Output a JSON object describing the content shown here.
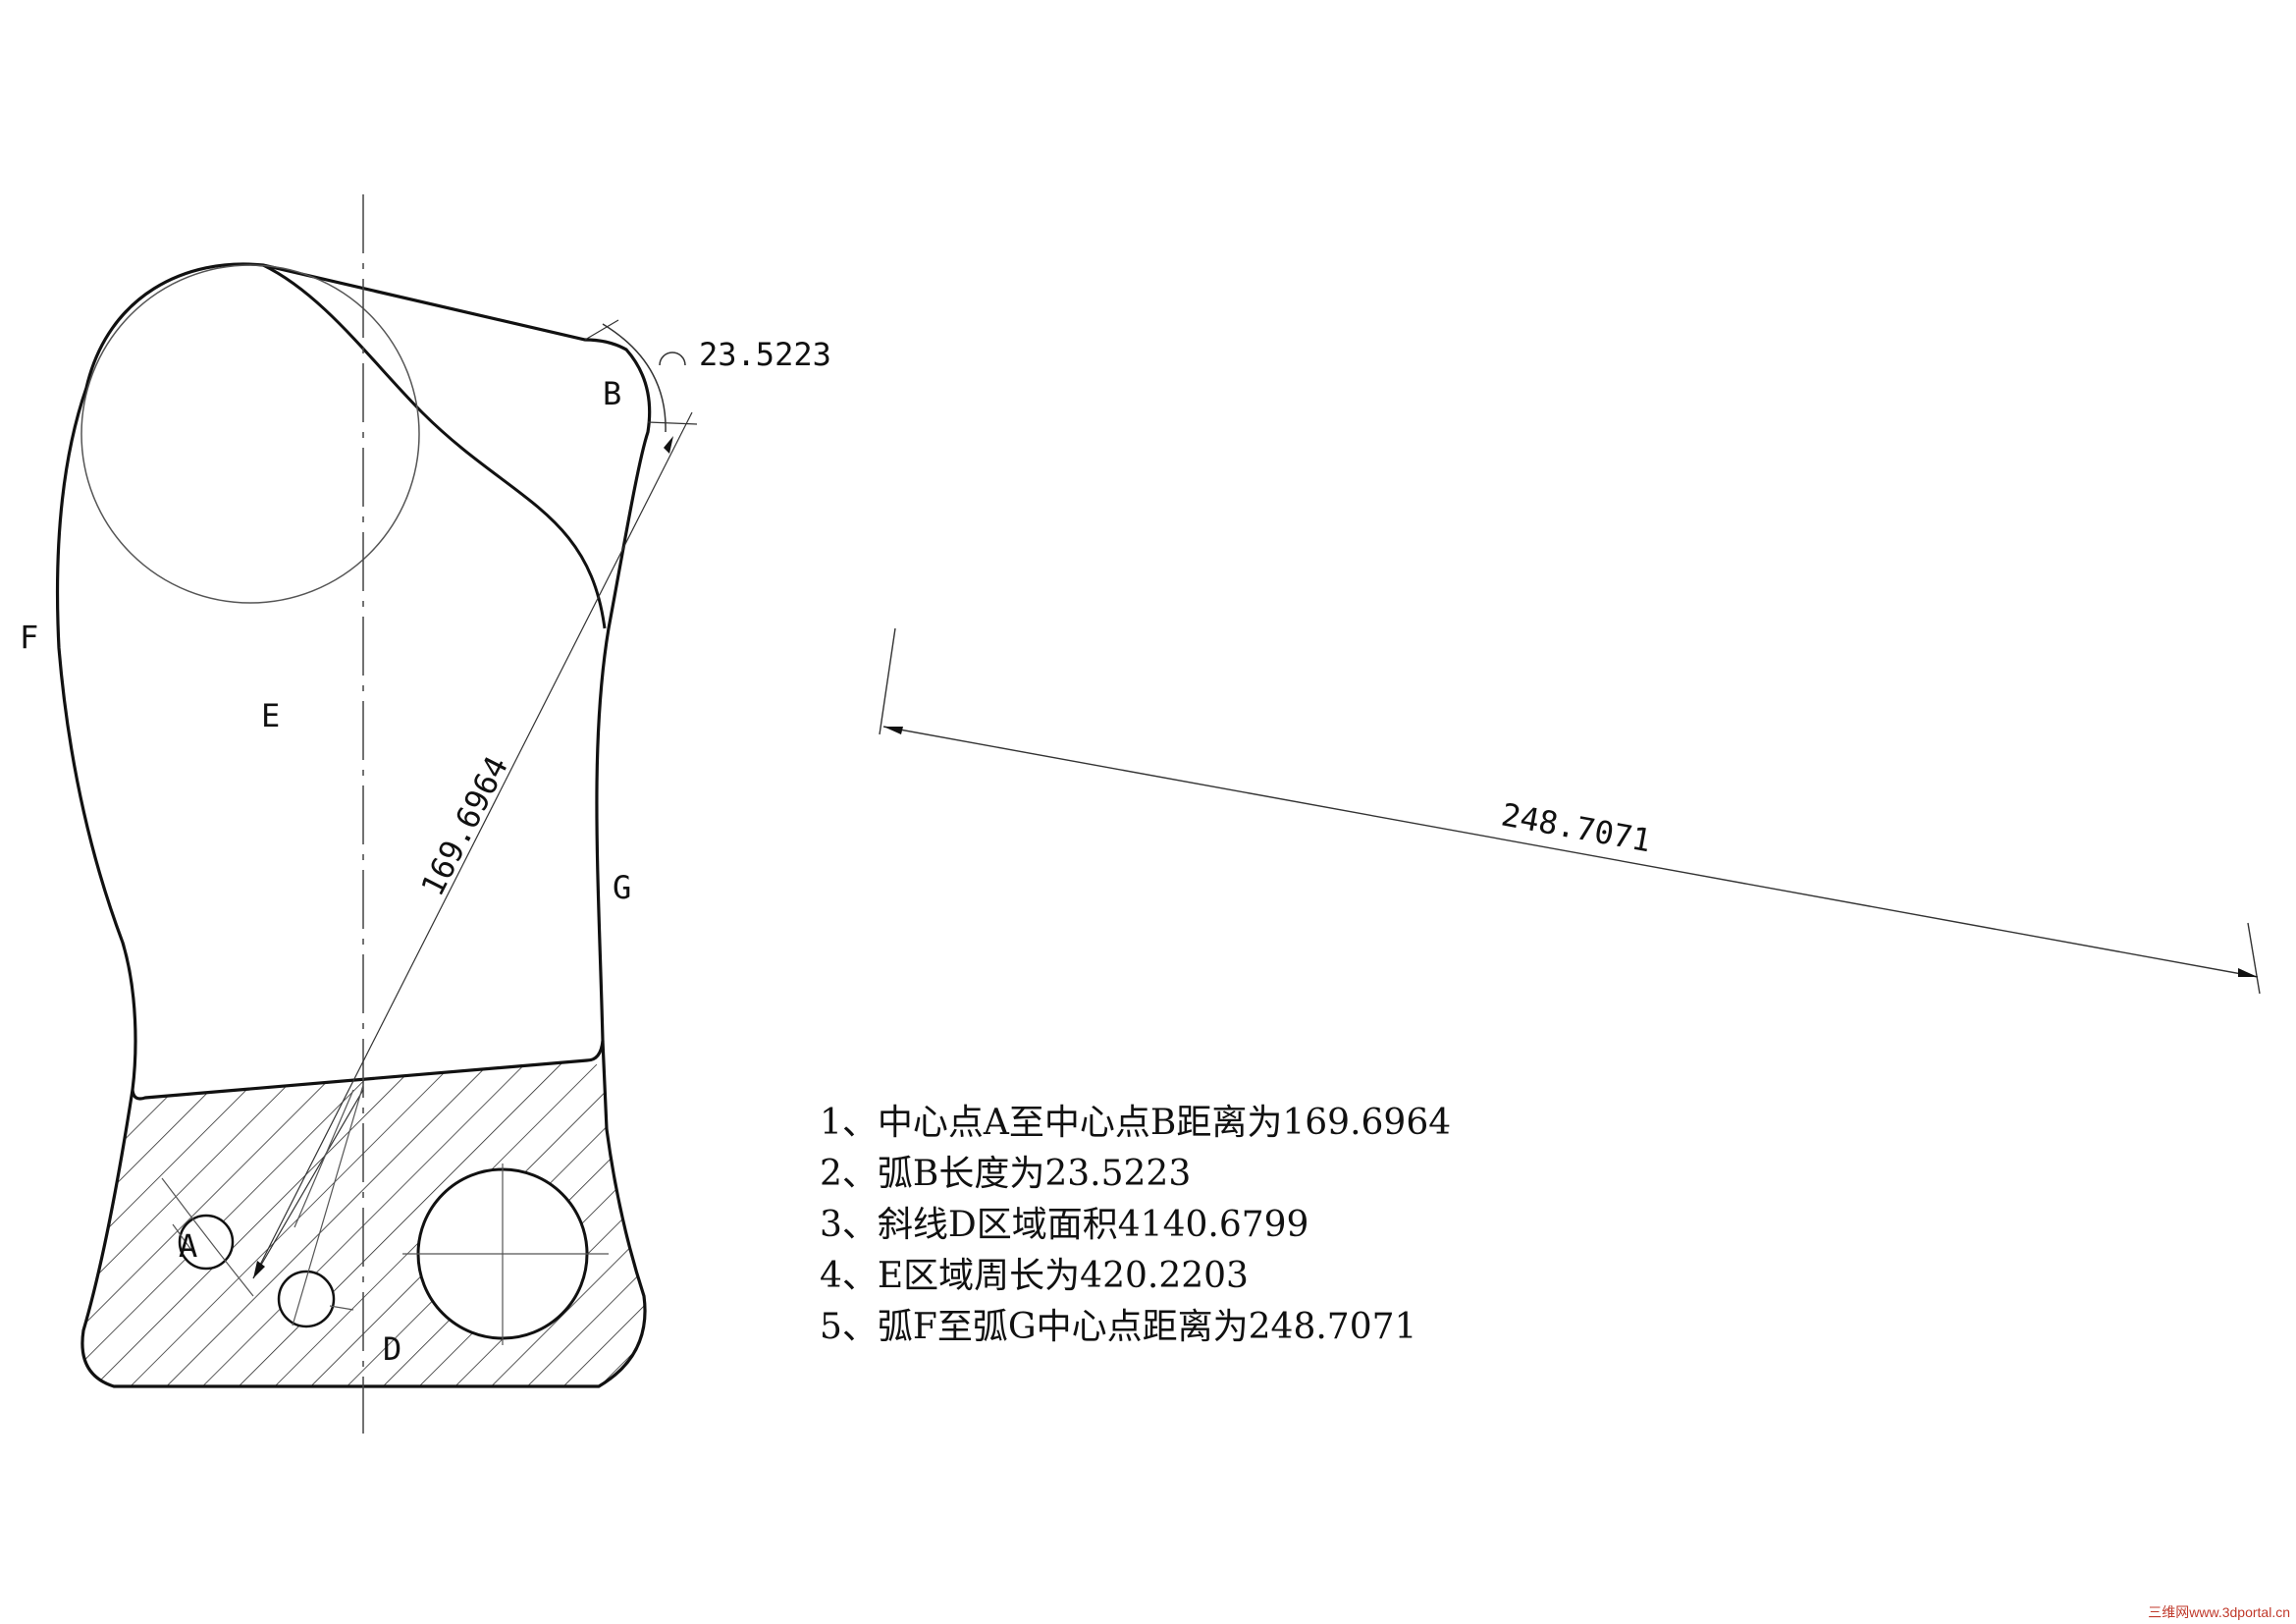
{
  "labels": {
    "A": "A",
    "B": "B",
    "D": "D",
    "E": "E",
    "F": "F",
    "G": "G"
  },
  "dimensions": {
    "center_distance_AB": "169.6964",
    "arc_B_length": "23.5223",
    "arc_FG_center_distance": "248.7071"
  },
  "notes": [
    "1、中心点A至中心点B距离为169.6964",
    "2、弧B长度为23.5223",
    "3、斜线D区域面积4140.6799",
    "4、E区域周长为420.2203",
    "5、弧F至弧G中心点距离为248.7071"
  ],
  "watermark": "三维网www.3dportal.cn",
  "colors": {
    "line": "#111111",
    "background": "#ffffff",
    "watermark": "#c0392b"
  }
}
